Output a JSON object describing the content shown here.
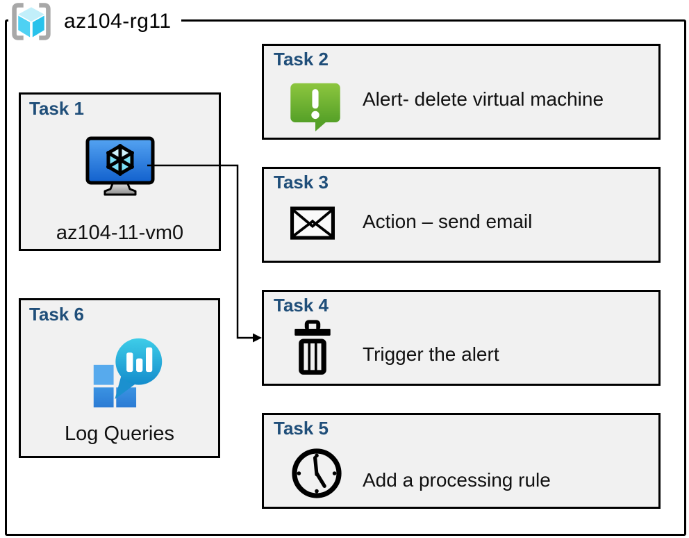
{
  "diagram": {
    "resource_group": {
      "label": "az104-rg11",
      "icon": "resource-group-icon"
    },
    "tasks": [
      {
        "id": "task1",
        "title": "Task 1",
        "label": "az104-11-vm0",
        "icon": "virtual-machine-icon"
      },
      {
        "id": "task2",
        "title": "Task 2",
        "label": "Alert- delete virtual machine",
        "icon": "alert-icon"
      },
      {
        "id": "task3",
        "title": "Task 3",
        "label": "Action – send email",
        "icon": "email-icon"
      },
      {
        "id": "task4",
        "title": "Task 4",
        "label": "Trigger the alert",
        "icon": "trash-icon"
      },
      {
        "id": "task5",
        "title": "Task 5",
        "label": "Add a processing rule",
        "icon": "clock-icon"
      },
      {
        "id": "task6",
        "title": "Task 6",
        "label": "Log Queries",
        "icon": "log-queries-icon"
      }
    ],
    "connector": {
      "from": "task1",
      "to": "task4"
    },
    "colors": {
      "task_title": "#1f4e79",
      "box_fill": "#f1f1f1",
      "box_border": "#000000",
      "alert_green_top": "#8dc63f",
      "alert_green_bottom": "#55a027",
      "vm_screen_top": "#55a4f2",
      "vm_screen_bottom": "#1160cd",
      "log_teal_top": "#3ecde8",
      "log_teal_bottom": "#148ccc",
      "log_square_light": "#57aaed",
      "log_square_dark": "#2b7bd4",
      "rg_cube_top": "#c2effa",
      "rg_cube_left": "#4ed1f3",
      "rg_cube_right": "#29c2eb",
      "bracket_gray": "#a8a8a8"
    }
  }
}
